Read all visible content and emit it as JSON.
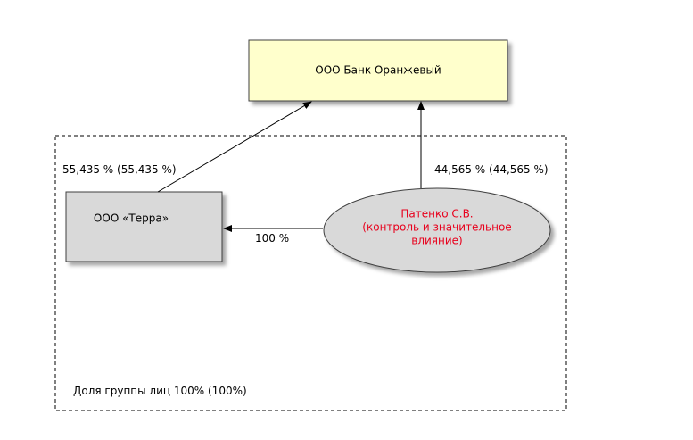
{
  "nodes": {
    "bank": {
      "label": "ООО Банк Оранжевый"
    },
    "terra": {
      "label": "ООО «Терра»"
    },
    "patenko": {
      "lines": [
        "Патенко С.В.",
        "(контроль и значительное",
        "влияние)"
      ]
    }
  },
  "edges": {
    "terra_to_bank": {
      "label": "55,435 % (55,435 %)"
    },
    "patenko_to_bank": {
      "label": "44,565 % (44,565 %)"
    },
    "patenko_to_terra": {
      "label": "100 %"
    }
  },
  "group": {
    "label": "Доля группы лиц 100% (100%)"
  },
  "colors": {
    "bank_fill": "#ffffcc",
    "node_gray": "#d9d9d9",
    "person_text": "#e8001c",
    "stroke": "#404040"
  }
}
